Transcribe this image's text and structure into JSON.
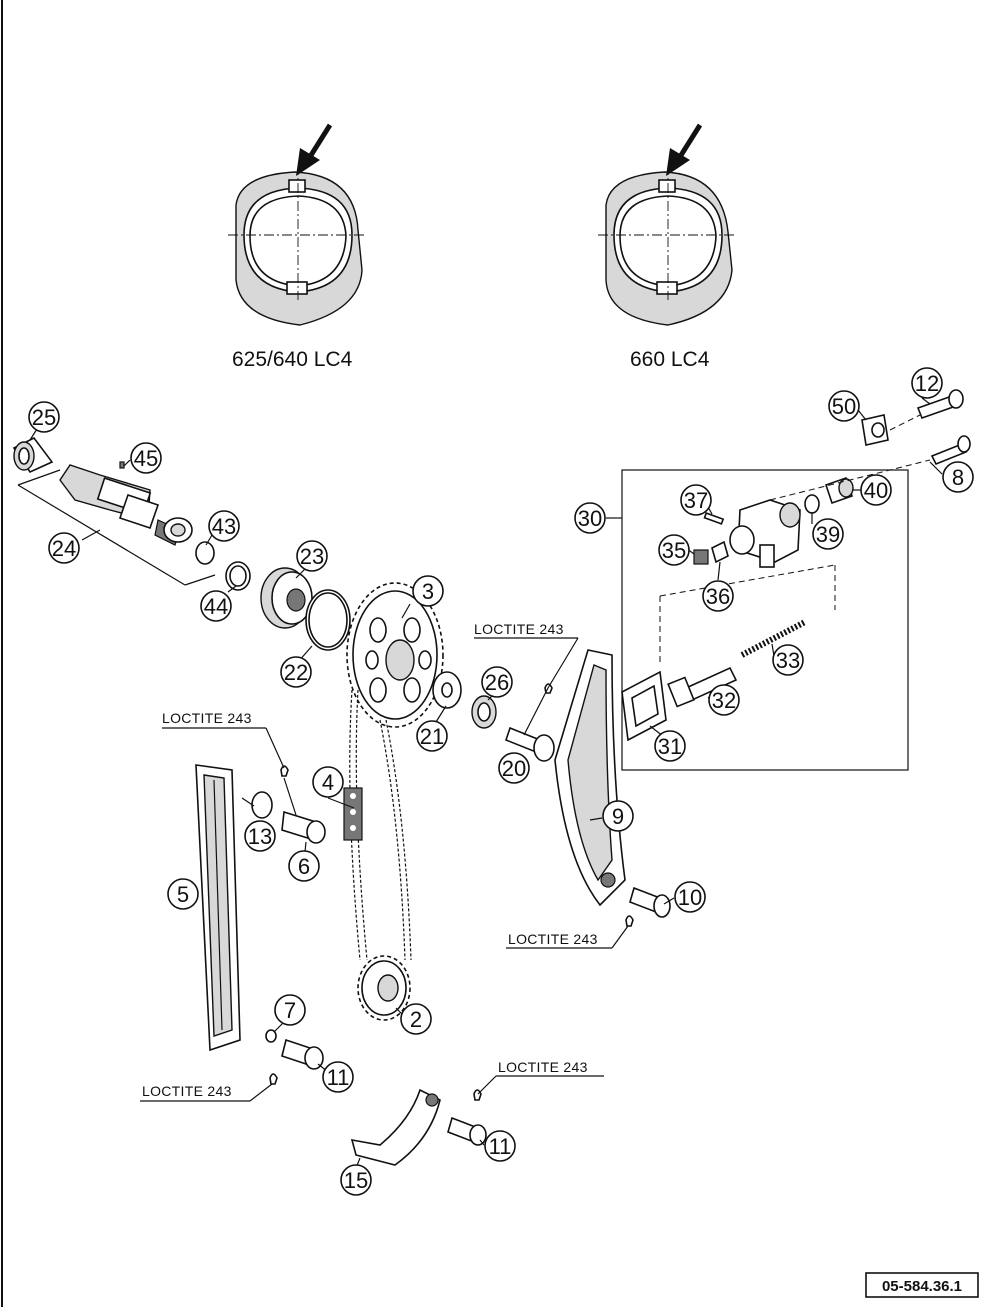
{
  "captions": {
    "left_variant": "625/640 LC4",
    "right_variant": "660 LC4"
  },
  "loctite": {
    "top": "LOCTITE 243",
    "left": "LOCTITE 243",
    "right": "LOCTITE 243",
    "bottom_left": "LOCTITE 243",
    "bottom_right": "LOCTITE 243"
  },
  "callouts": {
    "c25": "25",
    "c45": "45",
    "c24": "24",
    "c43": "43",
    "c44": "44",
    "c23": "23",
    "c22": "22",
    "c3": "3",
    "c21": "21",
    "c26": "26",
    "c20": "20",
    "c4": "4",
    "c13": "13",
    "c6": "6",
    "c5": "5",
    "c7": "7",
    "c2": "2",
    "c11a": "11",
    "c11b": "11",
    "c15": "15",
    "c9": "9",
    "c10": "10",
    "c30": "30",
    "c37": "37",
    "c35": "35",
    "c36": "36",
    "c39": "39",
    "c40": "40",
    "c8": "8",
    "c12": "12",
    "c50": "50",
    "c33": "33",
    "c32": "32",
    "c31": "31"
  },
  "reference_code": "05-584.36.1",
  "icons": [
    "arrow-pointer-icon"
  ]
}
